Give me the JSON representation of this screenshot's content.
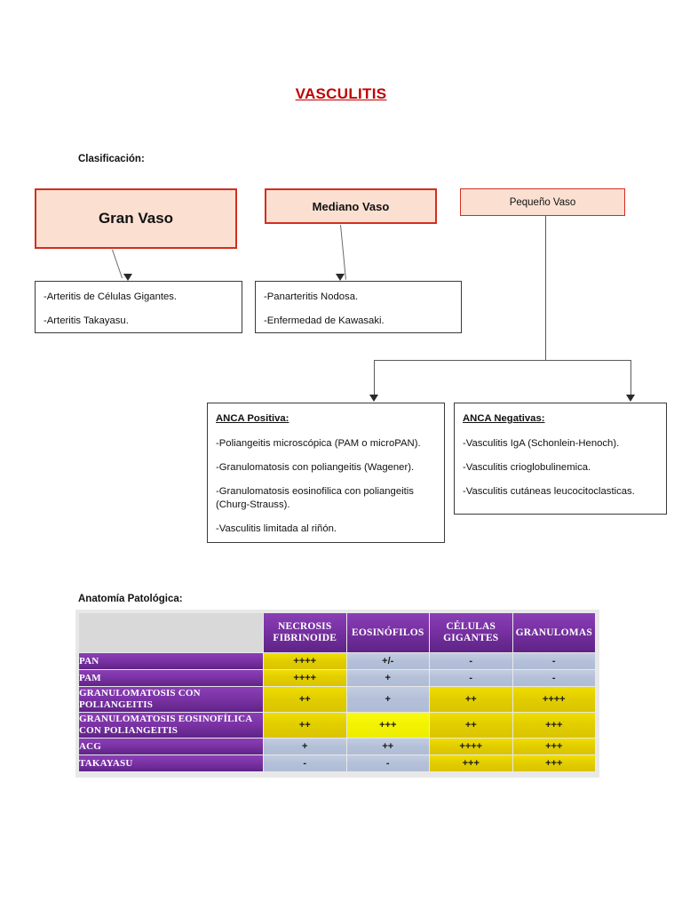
{
  "document": {
    "title": "VASCULITIS"
  },
  "sections": {
    "clasificacion_label": "Clasificación:",
    "anatomia_label": "Anatomía Patológica:"
  },
  "classification": {
    "categories": [
      {
        "id": "gran-vaso",
        "label": "Gran Vaso"
      },
      {
        "id": "mediano-vaso",
        "label": "Mediano Vaso"
      },
      {
        "id": "pequeno-vaso",
        "label": "Pequeño Vaso"
      }
    ],
    "gran_vaso_items": [
      "-Arteritis de Células Gigantes.",
      "-Arteritis Takayasu."
    ],
    "mediano_vaso_items": [
      "-Panarteritis Nodosa.",
      "-Enfermedad de Kawasaki."
    ],
    "anca_positiva": {
      "heading": "ANCA Positiva:",
      "items": [
        "-Poliangeitis microscópica (PAM o microPAN).",
        "-Granulomatosis con poliangeitis (Wagener).",
        "-Granulomatosis eosinofilica con poliangeitis (Churg-Strauss).",
        "-Vasculitis limitada al riñón."
      ]
    },
    "anca_negativas": {
      "heading": "ANCA Negativas:",
      "items": [
        "-Vasculitis IgA (Schonlein-Henoch).",
        "-Vasculitis crioglobulinemica.",
        "-Vasculitis cutáneas leucocitoclasticas."
      ]
    }
  },
  "colors": {
    "title_red": "#C00000",
    "box_border_red": "#D42D1F",
    "box_fill_peach": "#FBE0D2",
    "table_purple": "#7A32A5",
    "table_yellow": "#E3CE00",
    "table_yellow_bright": "#F2F200",
    "table_blue": "#B4C0D8",
    "table_gray": "#D9D9D9"
  },
  "chart_data": {
    "type": "table",
    "title": "Anatomía Patológica:",
    "columns": [
      "",
      "NECROSIS FIBRINOIDE",
      "EOSINÓFILOS",
      "CÉLULAS GIGANTES",
      "GRANULOMAS"
    ],
    "rows": [
      {
        "label": "PAN",
        "values": [
          "++++",
          "+/-",
          "-",
          "-"
        ],
        "highlight": [
          "yellow",
          "blue",
          "blue",
          "blue"
        ]
      },
      {
        "label": "PAM",
        "values": [
          "++++",
          "+",
          "-",
          "-"
        ],
        "highlight": [
          "yellow",
          "blue",
          "blue",
          "blue"
        ]
      },
      {
        "label": "GRANULOMATOSIS CON POLIANGEITIS",
        "values": [
          "++",
          "+",
          "++",
          "++++"
        ],
        "highlight": [
          "yellow",
          "blue",
          "yellow",
          "yellow"
        ]
      },
      {
        "label": "GRANULOMATOSIS EOSINOFÍLICA CON POLIANGEITIS",
        "values": [
          "++",
          "+++",
          "++",
          "+++"
        ],
        "highlight": [
          "yellow",
          "yellow-bright",
          "yellow",
          "yellow"
        ]
      },
      {
        "label": "ACG",
        "values": [
          "+",
          "++",
          "++++",
          "+++"
        ],
        "highlight": [
          "blue",
          "blue",
          "yellow",
          "yellow"
        ]
      },
      {
        "label": "TAKAYASU",
        "values": [
          "-",
          "-",
          "+++",
          "+++"
        ],
        "highlight": [
          "blue",
          "blue",
          "yellow",
          "yellow"
        ]
      }
    ]
  }
}
